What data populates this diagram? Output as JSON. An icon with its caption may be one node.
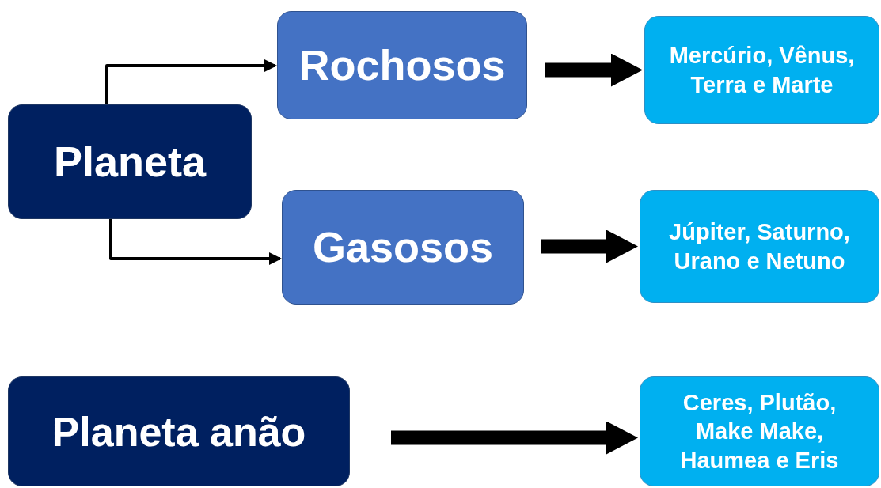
{
  "diagram": {
    "nodes": [
      {
        "text": [
          "Planeta"
        ]
      },
      {
        "text": [
          "Rochosos"
        ]
      },
      {
        "text": [
          "Mercúrio, Vênus, Terra e Marte"
        ]
      },
      {
        "text": [
          "Gasosos"
        ]
      },
      {
        "text": [
          "Júpiter, Saturno, Urano e Netuno"
        ]
      },
      {
        "text": [
          "Planeta anão"
        ]
      },
      {
        "text": [
          "Ceres, Plutão, Make Make, Haumea e Eris"
        ]
      }
    ],
    "edges": [
      {
        "from": 0,
        "to": 1,
        "arrow": "to"
      },
      {
        "from": 0,
        "to": 3,
        "arrow": "to"
      },
      {
        "from": 1,
        "to": 2,
        "arrow": "to"
      },
      {
        "from": 3,
        "to": 4,
        "arrow": "to"
      },
      {
        "from": 5,
        "to": 6,
        "arrow": "to"
      }
    ]
  }
}
